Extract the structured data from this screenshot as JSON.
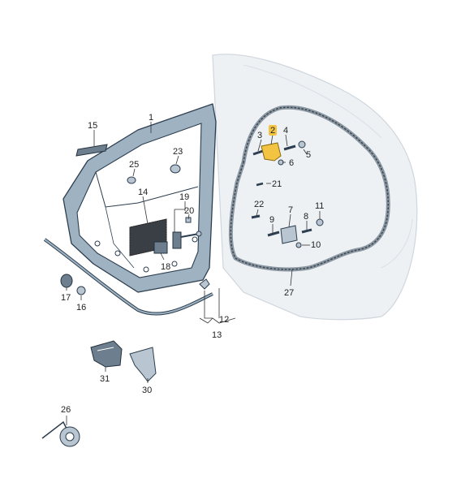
{
  "diagram": {
    "callouts": [
      {
        "id": "1",
        "label": "1"
      },
      {
        "id": "2",
        "label": "2",
        "highlighted": true
      },
      {
        "id": "3",
        "label": "3"
      },
      {
        "id": "4",
        "label": "4"
      },
      {
        "id": "5",
        "label": "5"
      },
      {
        "id": "6",
        "label": "6"
      },
      {
        "id": "7",
        "label": "7"
      },
      {
        "id": "8",
        "label": "8"
      },
      {
        "id": "9",
        "label": "9"
      },
      {
        "id": "10",
        "label": "10"
      },
      {
        "id": "11",
        "label": "11"
      },
      {
        "id": "12",
        "label": "12"
      },
      {
        "id": "13",
        "label": "13"
      },
      {
        "id": "14",
        "label": "14"
      },
      {
        "id": "15",
        "label": "15"
      },
      {
        "id": "16",
        "label": "16"
      },
      {
        "id": "17",
        "label": "17"
      },
      {
        "id": "18",
        "label": "18"
      },
      {
        "id": "19",
        "label": "19"
      },
      {
        "id": "20",
        "label": "20"
      },
      {
        "id": "21",
        "label": "21"
      },
      {
        "id": "22",
        "label": "22"
      },
      {
        "id": "23",
        "label": "23"
      },
      {
        "id": "25",
        "label": "25"
      },
      {
        "id": "26",
        "label": "26"
      },
      {
        "id": "27",
        "label": "27"
      },
      {
        "id": "30",
        "label": "30"
      },
      {
        "id": "31",
        "label": "31"
      }
    ],
    "colors": {
      "highlight": "#f3c342",
      "door_frame": "#9fb2c2",
      "outline": "#2c3e4f",
      "body_panel": "#eef1f4"
    }
  }
}
